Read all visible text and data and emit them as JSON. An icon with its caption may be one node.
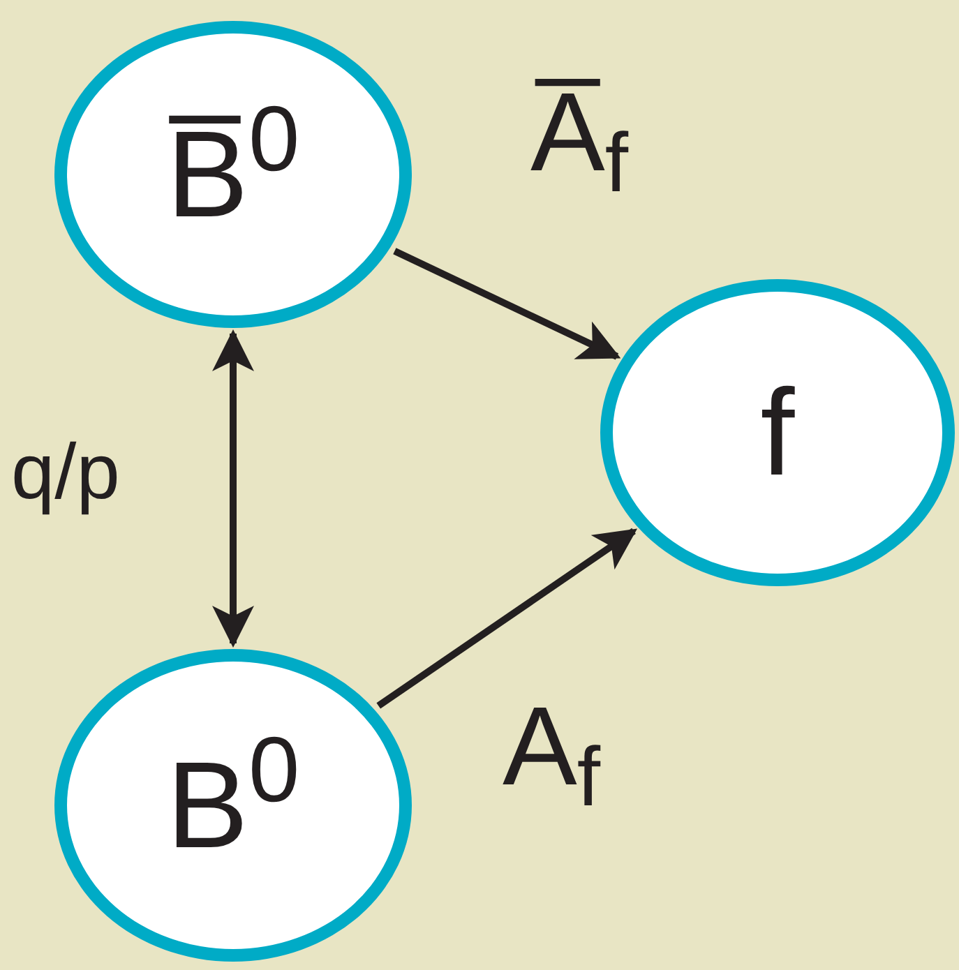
{
  "diagram": {
    "nodes": [
      {
        "text": [
          "B̅$^{0}$"
        ]
      },
      {
        "text": [
          "f"
        ]
      },
      {
        "text": [
          "B$^{0}$"
        ]
      }
    ],
    "edges": [
      {
        "from": 0,
        "to": 1,
        "arrow": "to",
        "label": "A̅$_{f}$"
      },
      {
        "from": 2,
        "to": 1,
        "arrow": "to",
        "label": "A$_{f}$"
      },
      {
        "from": 0,
        "to": 2,
        "arrow": "both",
        "label": "q/p"
      }
    ]
  }
}
